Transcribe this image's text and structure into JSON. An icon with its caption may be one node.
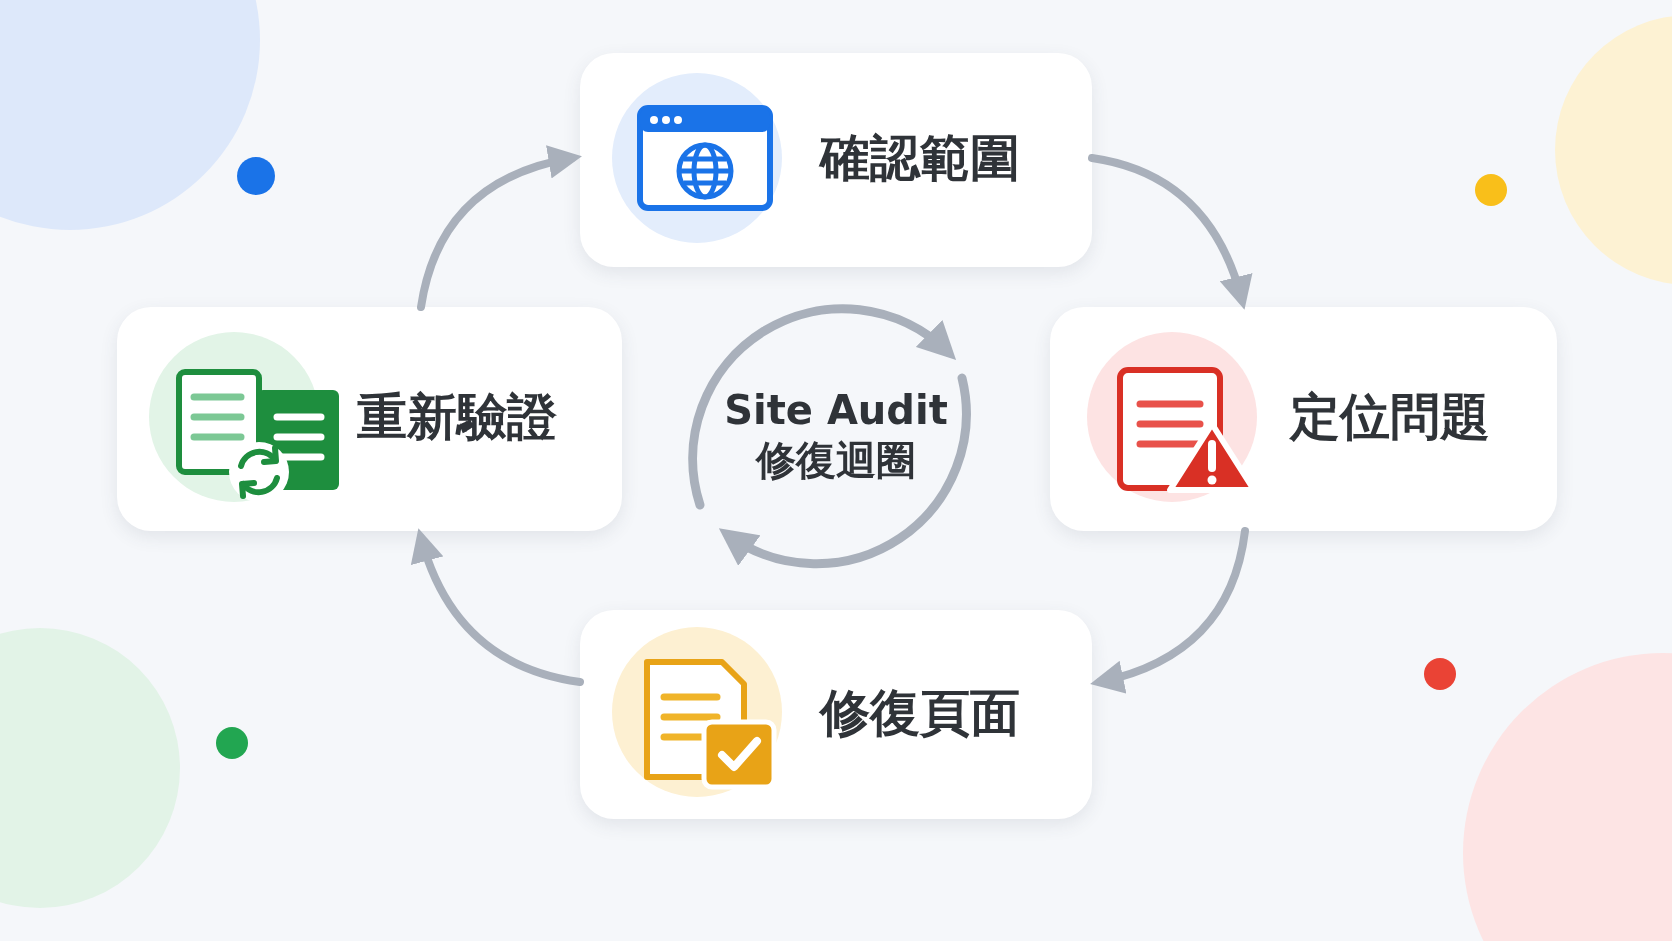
{
  "diagram": {
    "nodes": [
      {
        "text": [
          "確認範圍"
        ]
      },
      {
        "text": [
          "定位問題"
        ]
      },
      {
        "text": [
          "修復頁面"
        ]
      },
      {
        "text": [
          "重新驗證"
        ]
      },
      {
        "text": [
          "Site Audit 修復迴圈"
        ]
      }
    ],
    "edges": [
      {
        "from": 0,
        "to": 1,
        "arrow": "to"
      },
      {
        "from": 1,
        "to": 2,
        "arrow": "to"
      },
      {
        "from": 2,
        "to": 3,
        "arrow": "to"
      },
      {
        "from": 3,
        "to": 0,
        "arrow": "to"
      }
    ]
  }
}
